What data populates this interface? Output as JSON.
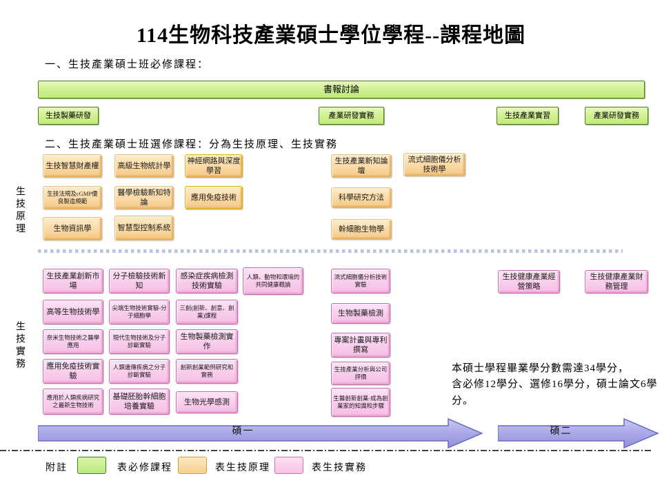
{
  "title": "114生物科技產業碩士學位學程--課程地圖",
  "colors": {
    "required_green": "#cdef8a",
    "required_border": "#4e7d2a",
    "principle_orange": "#fad9a4",
    "principle_gold_border": "#d8b400",
    "practice_pink": "#f9cdec",
    "practice_border": "#c868a8",
    "arrow_purple": "#a9a9e8",
    "arrow_border": "#6a6ac0",
    "dotted_separator": "#b7c5e0"
  },
  "required": {
    "heading": "一、生技產業碩士班必修課程：",
    "seminar": "書報討論",
    "courses": [
      "生技製藥研發",
      "產業研發實務",
      "生技產業實習",
      "產業研發實務"
    ]
  },
  "elective": {
    "heading": "二、生技產業碩士班選修課程：分為生技原理、生技實務",
    "principle": {
      "label": "生技原理",
      "courses": [
        "生技智慧財產權",
        "高級生物統計學",
        "神經網路與深度學習",
        "生技產業新知論壇",
        "流式細胞儀分析技術學",
        "生技法規及cGMP優良製造規範",
        "醫學檢驗新知特論",
        "應用免疫技術",
        "科學研究方法",
        "生物資訊學",
        "智慧型控制系統",
        "幹細胞生物學"
      ]
    },
    "practice": {
      "label": "生技實務",
      "courses": [
        "生技產業創新市場",
        "分子檢驗技術新知",
        "感染症疾病檢測技術實驗",
        "人類、動物和環境的共同健康概論",
        "流式細胞儀分析技術實驗",
        "生技健康產業經營策略",
        "生技健康產業財務管理",
        "高等生物技術學",
        "尖端生物技術實驗-分子細胞學",
        "三創(創新、創意、創業)課程",
        "生物製藥檢測",
        "奈米生物技術之醫學應用",
        "現代生物技術及分子診斷實驗",
        "生物製藥檢測實作",
        "專案計畫與專利撰寫",
        "應用免疫技術實驗",
        "人類遺傳疾病之分子診斷實驗",
        "創新創業範例研究和實務",
        "生技產業分析與公司評價",
        "應用於人類疾病研究之最新生物技術",
        "基礎胚胎幹細胞培養實驗",
        "生物光學感測",
        "生醫創新創業-成為創業家的知識和步驟"
      ]
    }
  },
  "note": {
    "line1": "本碩士學程畢業學分數需達34學分，",
    "line2": "含必修12學分、選修16學分，碩士論文6學分。"
  },
  "timeline": {
    "year1": "碩一",
    "year2": "碩二"
  },
  "legend": {
    "title": "附註",
    "required_label": "表必修課程",
    "principle_label": "表生技原理",
    "practice_label": "表生技實務"
  }
}
